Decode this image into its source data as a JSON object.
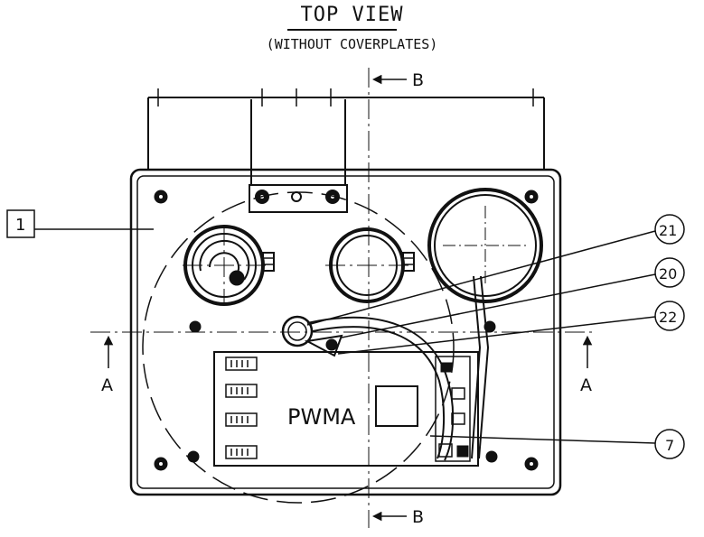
{
  "title": "TOP VIEW",
  "subtitle": "(WITHOUT COVERPLATES)",
  "section_markers": {
    "a_left": "A",
    "a_right": "A",
    "b_top": "B",
    "b_bottom": "B"
  },
  "board_label": "PWMA",
  "callouts": {
    "box": "1",
    "c21": "21",
    "c20": "20",
    "c22": "22",
    "c7": "7"
  },
  "colors": {
    "line": "#111111",
    "background": "#ffffff"
  }
}
